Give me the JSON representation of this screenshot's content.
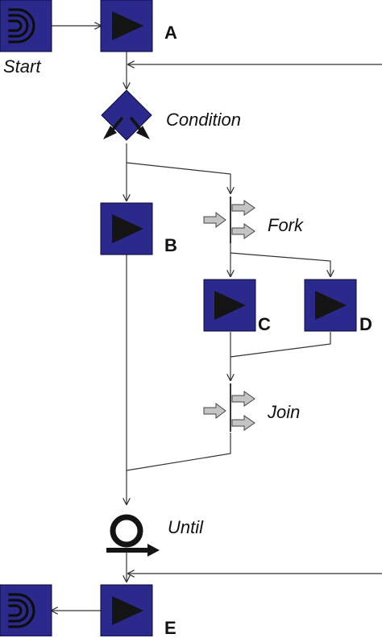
{
  "nodes": {
    "start": {
      "label": "Start",
      "icon": "start-icon"
    },
    "a": {
      "label": "A",
      "icon": "play-icon"
    },
    "condition": {
      "label": "Condition",
      "icon": "condition-diamond-icon"
    },
    "b": {
      "label": "B",
      "icon": "play-icon"
    },
    "fork": {
      "label": "Fork",
      "icon": "fork-icon"
    },
    "c": {
      "label": "C",
      "icon": "play-icon"
    },
    "d": {
      "label": "D",
      "icon": "play-icon"
    },
    "join": {
      "label": "Join",
      "icon": "join-icon"
    },
    "until": {
      "label": "Until",
      "icon": "loop-icon"
    },
    "e": {
      "label": "E",
      "icon": "play-icon"
    },
    "end": {
      "label": "",
      "icon": "end-icon"
    }
  },
  "colors": {
    "box_fill": "#2b2a8c",
    "box_border": "#0a0a3a",
    "arrow_fill": "#141414",
    "line": "#333333",
    "gray_arrow": "#bdbdbd"
  }
}
